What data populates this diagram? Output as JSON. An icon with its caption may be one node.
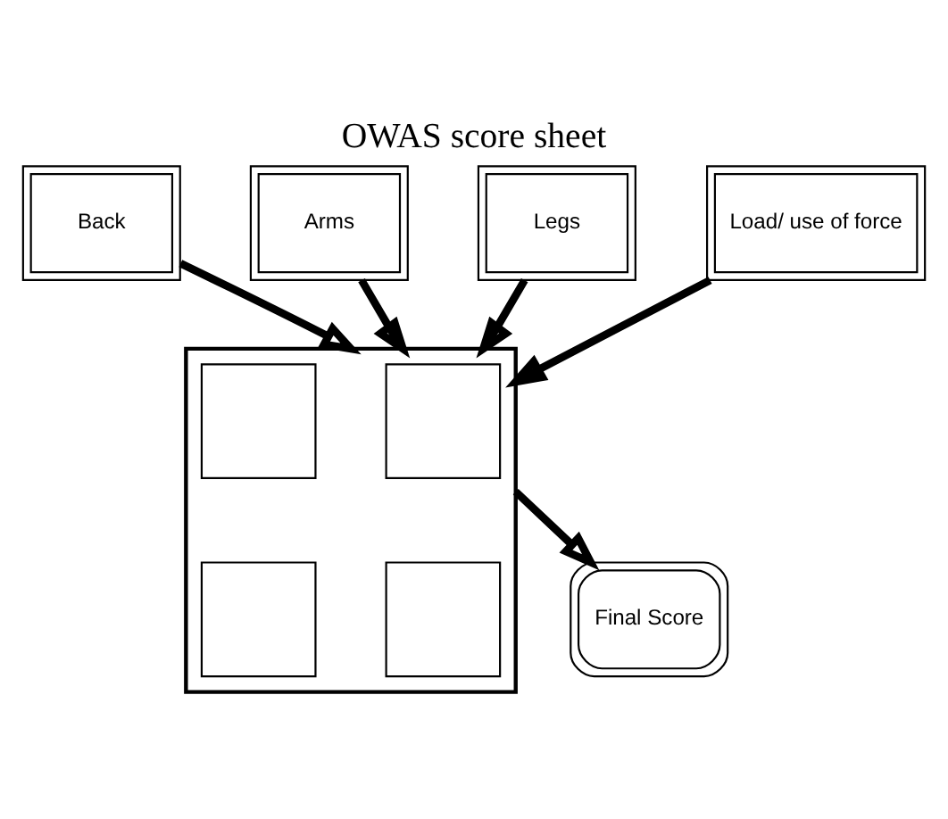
{
  "diagram": {
    "title": "OWAS score sheet",
    "nodes": [
      {
        "text": [
          "Back"
        ]
      },
      {
        "text": [
          "Arms"
        ]
      },
      {
        "text": [
          "Legs"
        ]
      },
      {
        "text": [
          "Load/ use of force"
        ]
      },
      {
        "text": [],
        "shape": "box"
      },
      {
        "text": [],
        "shape": "box",
        "in": 4
      },
      {
        "text": [],
        "shape": "box",
        "in": 4
      },
      {
        "text": [],
        "shape": "box",
        "in": 4
      },
      {
        "text": [],
        "shape": "box",
        "in": 4
      },
      {
        "text": [
          "Final Score"
        ]
      }
    ],
    "edges": [
      {
        "from": 0,
        "to": 4,
        "arrow": "to"
      },
      {
        "from": 1,
        "to": 4,
        "arrow": "to"
      },
      {
        "from": 2,
        "to": 4,
        "arrow": "to"
      },
      {
        "from": 3,
        "to": 4,
        "arrow": "to"
      },
      {
        "from": 4,
        "to": 9,
        "arrow": "to"
      }
    ]
  }
}
